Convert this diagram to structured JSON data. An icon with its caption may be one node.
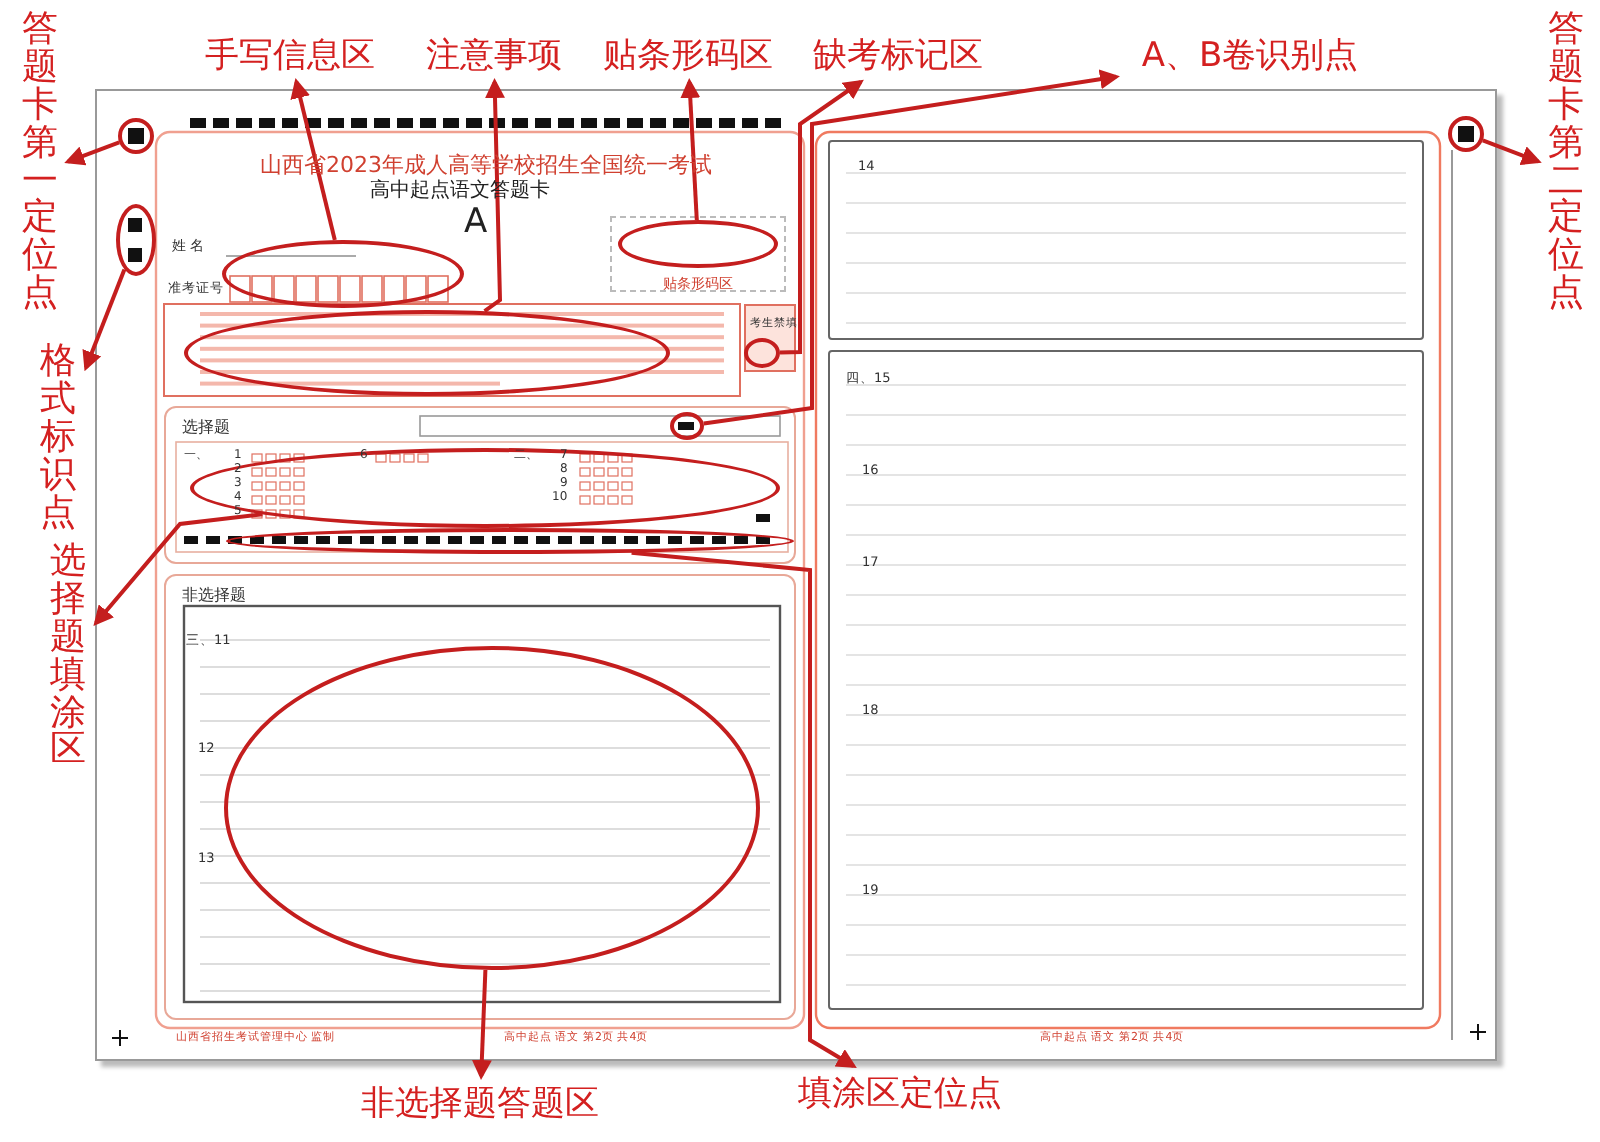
{
  "diagram": {
    "nodes": [
      {
        "text": [
          "答题卡第一定位点"
        ]
      },
      {
        "text": [],
        "shape": "circle"
      },
      {
        "text": [
          "手写信息区"
        ]
      },
      {
        "text": [],
        "shape": "circle"
      },
      {
        "text": [
          "注意事项"
        ]
      },
      {
        "text": [],
        "shape": "circle"
      },
      {
        "text": [
          "贴条形码区"
        ]
      },
      {
        "text": [],
        "shape": "circle",
        "in": 22
      },
      {
        "text": [
          "缺考标记区"
        ]
      },
      {
        "text": [],
        "shape": "circle",
        "in": 23
      },
      {
        "text": [
          "A、B卷识别点"
        ]
      },
      {
        "text": [],
        "shape": "circle",
        "in": 24
      },
      {
        "text": [
          "答题卡第二定位点"
        ]
      },
      {
        "text": [],
        "shape": "circle"
      },
      {
        "text": [
          "格式标识点"
        ]
      },
      {
        "text": [],
        "shape": "circle"
      },
      {
        "text": [
          "选择题填涂区"
        ]
      },
      {
        "text": [],
        "shape": "circle",
        "in": 24
      },
      {
        "text": [
          "非选择题答题区"
        ]
      },
      {
        "text": [],
        "shape": "circle",
        "in": 25
      },
      {
        "text": [
          "填涂区定位点"
        ]
      },
      {
        "text": [],
        "shape": "circle",
        "in": 24
      },
      {
        "text": [
          "贴条形码区"
        ]
      },
      {
        "text": [
          "考生禁填"
        ]
      },
      {
        "text": [
          "选择题"
        ]
      },
      {
        "text": [
          "非选择题",
          "三、11",
          "12",
          "13"
        ]
      },
      {
        "text": [
          "14"
        ]
      },
      {
        "text": [
          "四、15",
          "16",
          "17",
          "18",
          "19"
        ]
      }
    ],
    "edges": [
      {
        "from": 1,
        "to": 0,
        "arrow": "to"
      },
      {
        "from": 3,
        "to": 2,
        "arrow": "to"
      },
      {
        "from": 5,
        "to": 4,
        "arrow": "to"
      },
      {
        "from": 7,
        "to": 6,
        "arrow": "to"
      },
      {
        "from": 9,
        "to": 8,
        "arrow": "to"
      },
      {
        "from": 11,
        "to": 10,
        "arrow": "to"
      },
      {
        "from": 13,
        "to": 12,
        "arrow": "to"
      },
      {
        "from": 15,
        "to": 14,
        "arrow": "to"
      },
      {
        "from": 17,
        "to": 16,
        "arrow": "to"
      },
      {
        "from": 19,
        "to": 18,
        "arrow": "to"
      },
      {
        "from": 21,
        "to": 20,
        "arrow": "to"
      }
    ],
    "labels": [
      "山西省2023年成人高等学校招生全国统一考试",
      "高中起点语文答题卡",
      "A",
      "姓 名",
      "准考证号",
      "一、",
      "1",
      "2",
      "3",
      "4",
      "5",
      "6",
      "二、",
      "7",
      "8",
      "9",
      "10",
      "山西省招生考试管理中心 监制",
      "高中起点 语文 第2页 共4页",
      "高中起点 语文 第2页 共4页"
    ]
  }
}
